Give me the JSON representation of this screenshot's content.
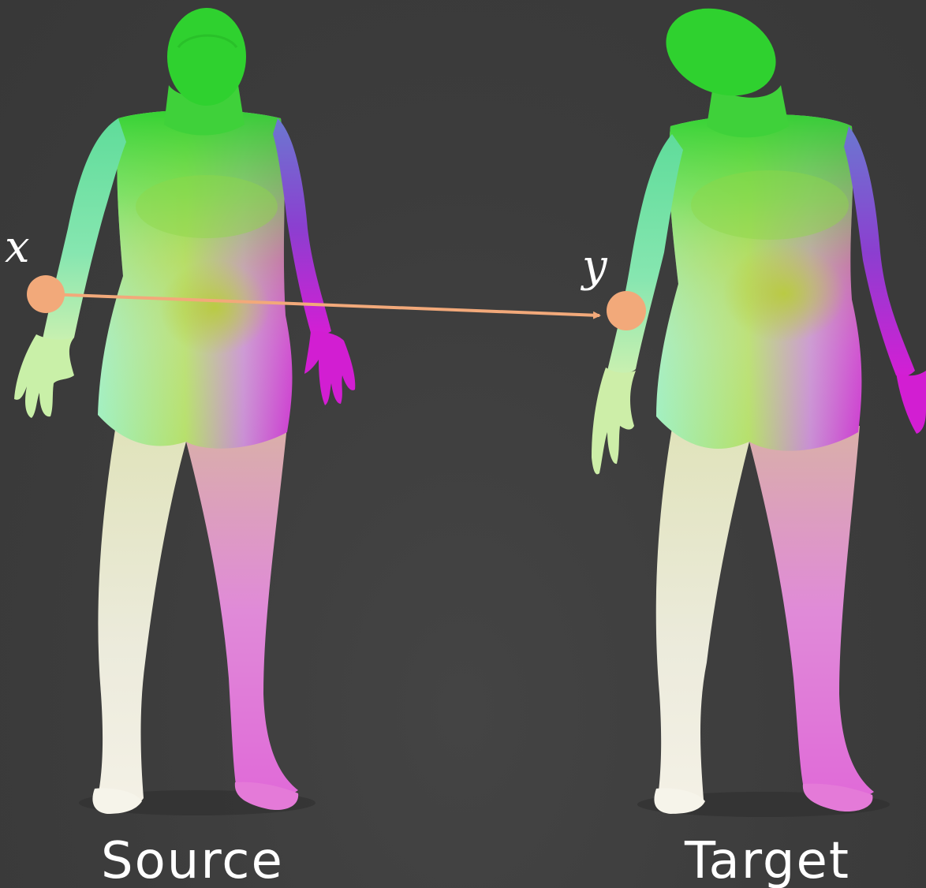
{
  "labels": {
    "source": "Source",
    "target": "Target",
    "x": "x",
    "y": "y"
  },
  "colors": {
    "background": "#3c3c3c",
    "correspondence": "#f2a97a",
    "head": "#2fd12f",
    "torso": "#8fd64a",
    "left_side": "#7ee6a8",
    "right_arm": "#7a4fd8",
    "right_hand": "#d21ed2",
    "legs_left": "#ecebdc",
    "legs_right": "#e28ae0"
  }
}
